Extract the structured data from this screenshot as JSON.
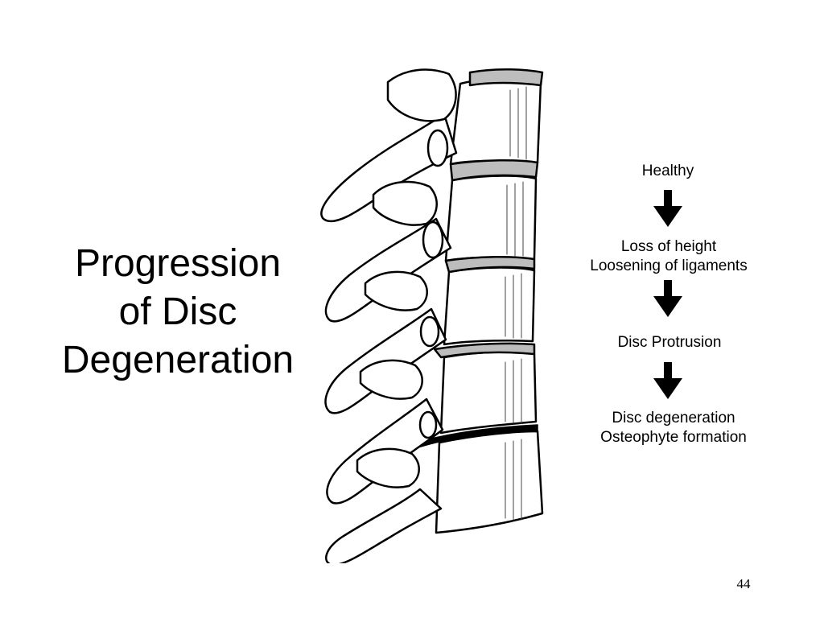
{
  "slide": {
    "title_lines": [
      "Progression",
      "of Disc",
      "Degeneration"
    ],
    "page_number": "44"
  },
  "progression": {
    "stages": [
      {
        "lines": [
          "Healthy"
        ]
      },
      {
        "lines": [
          "Loss of height",
          "Loosening of ligaments"
        ]
      },
      {
        "lines": [
          "Disc Protrusion"
        ]
      },
      {
        "lines": [
          "Disc degeneration",
          "Osteophyte formation"
        ]
      }
    ],
    "arrow_icon": "arrow-down-icon"
  },
  "illustration": {
    "icon": "lumbar-spine-icon",
    "vertebrae_count": 5,
    "discs": [
      "healthy",
      "reduced-height",
      "protruding",
      "degenerated"
    ]
  }
}
